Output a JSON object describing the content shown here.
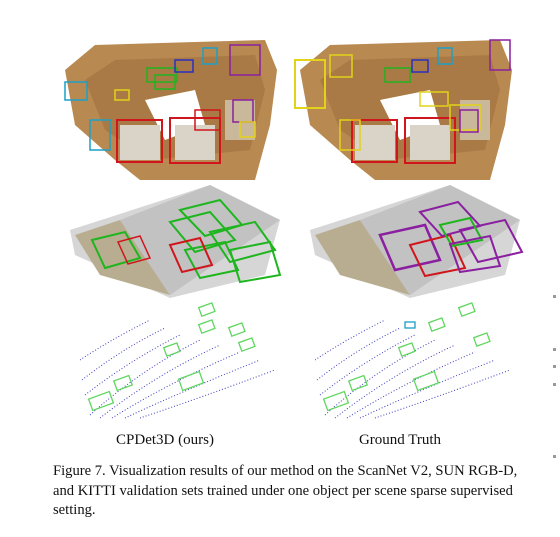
{
  "figure": {
    "column_labels": [
      "CPDet3D (ours)",
      "Ground Truth"
    ],
    "caption": "Figure 7. Visualization results of our method on the ScanNet V2, SUN RGB-D, and KITTI validation sets trained under one object per scene sparse supervised setting.",
    "rows": [
      "ScanNet V2",
      "SUN RGB-D",
      "KITTI"
    ],
    "box_colors": {
      "red": "#d0161c",
      "green": "#1fb51f",
      "cyan": "#1a9fc8",
      "purple": "#8a1fa0",
      "yellow": "#e2d21a",
      "blue": "#2a2fbf",
      "lidar_box": "#5fd65f"
    }
  }
}
